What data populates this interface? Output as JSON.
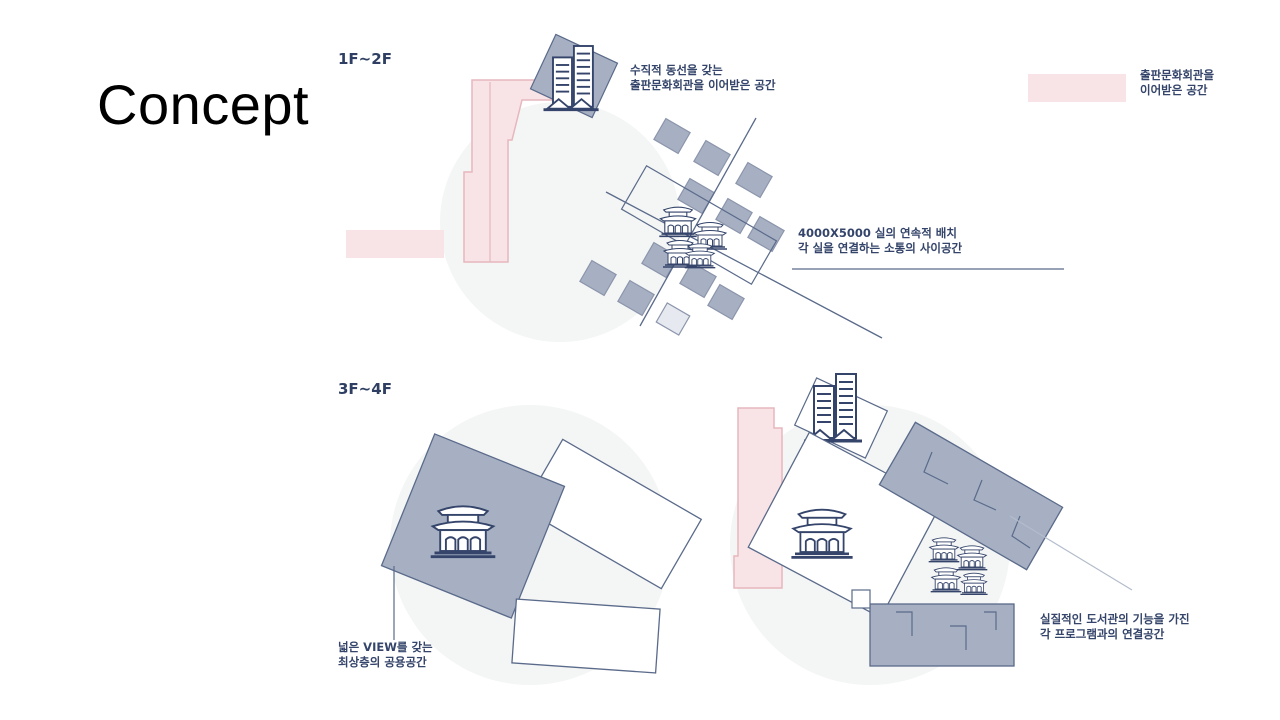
{
  "slide": {
    "title": "Concept"
  },
  "floors": {
    "lower": "1F~2F",
    "upper": "3F~4F"
  },
  "legend": {
    "pink_swatch_label": [
      "출판문화회관을",
      "이어받은 공간"
    ]
  },
  "notes": {
    "vertical_circulation": [
      "수직적 동선을 갖는",
      "출판문화회관을 이어받은 공간"
    ],
    "room_layout": [
      "4000X5000 실의 연속적 배치",
      "각 실을 연결하는 소통의 사이공간"
    ],
    "top_floor": [
      "넓은 VIEW를 갖는",
      "최상층의 공용공간"
    ],
    "library_function": [
      "실질적인 도서관의 기능을 가진",
      "각 프로그램과의 연결공간"
    ]
  },
  "colors": {
    "navy": "#34446a",
    "line": "#5a6a8a",
    "block_fill": "#a7b0c3",
    "pink": "#f8e4e6",
    "pink_stroke": "#e6b7bd",
    "circle": "#f4f5f5"
  },
  "icons": [
    "building-icon",
    "hanok-pavilion-icon",
    "hanok-cluster-icon"
  ]
}
